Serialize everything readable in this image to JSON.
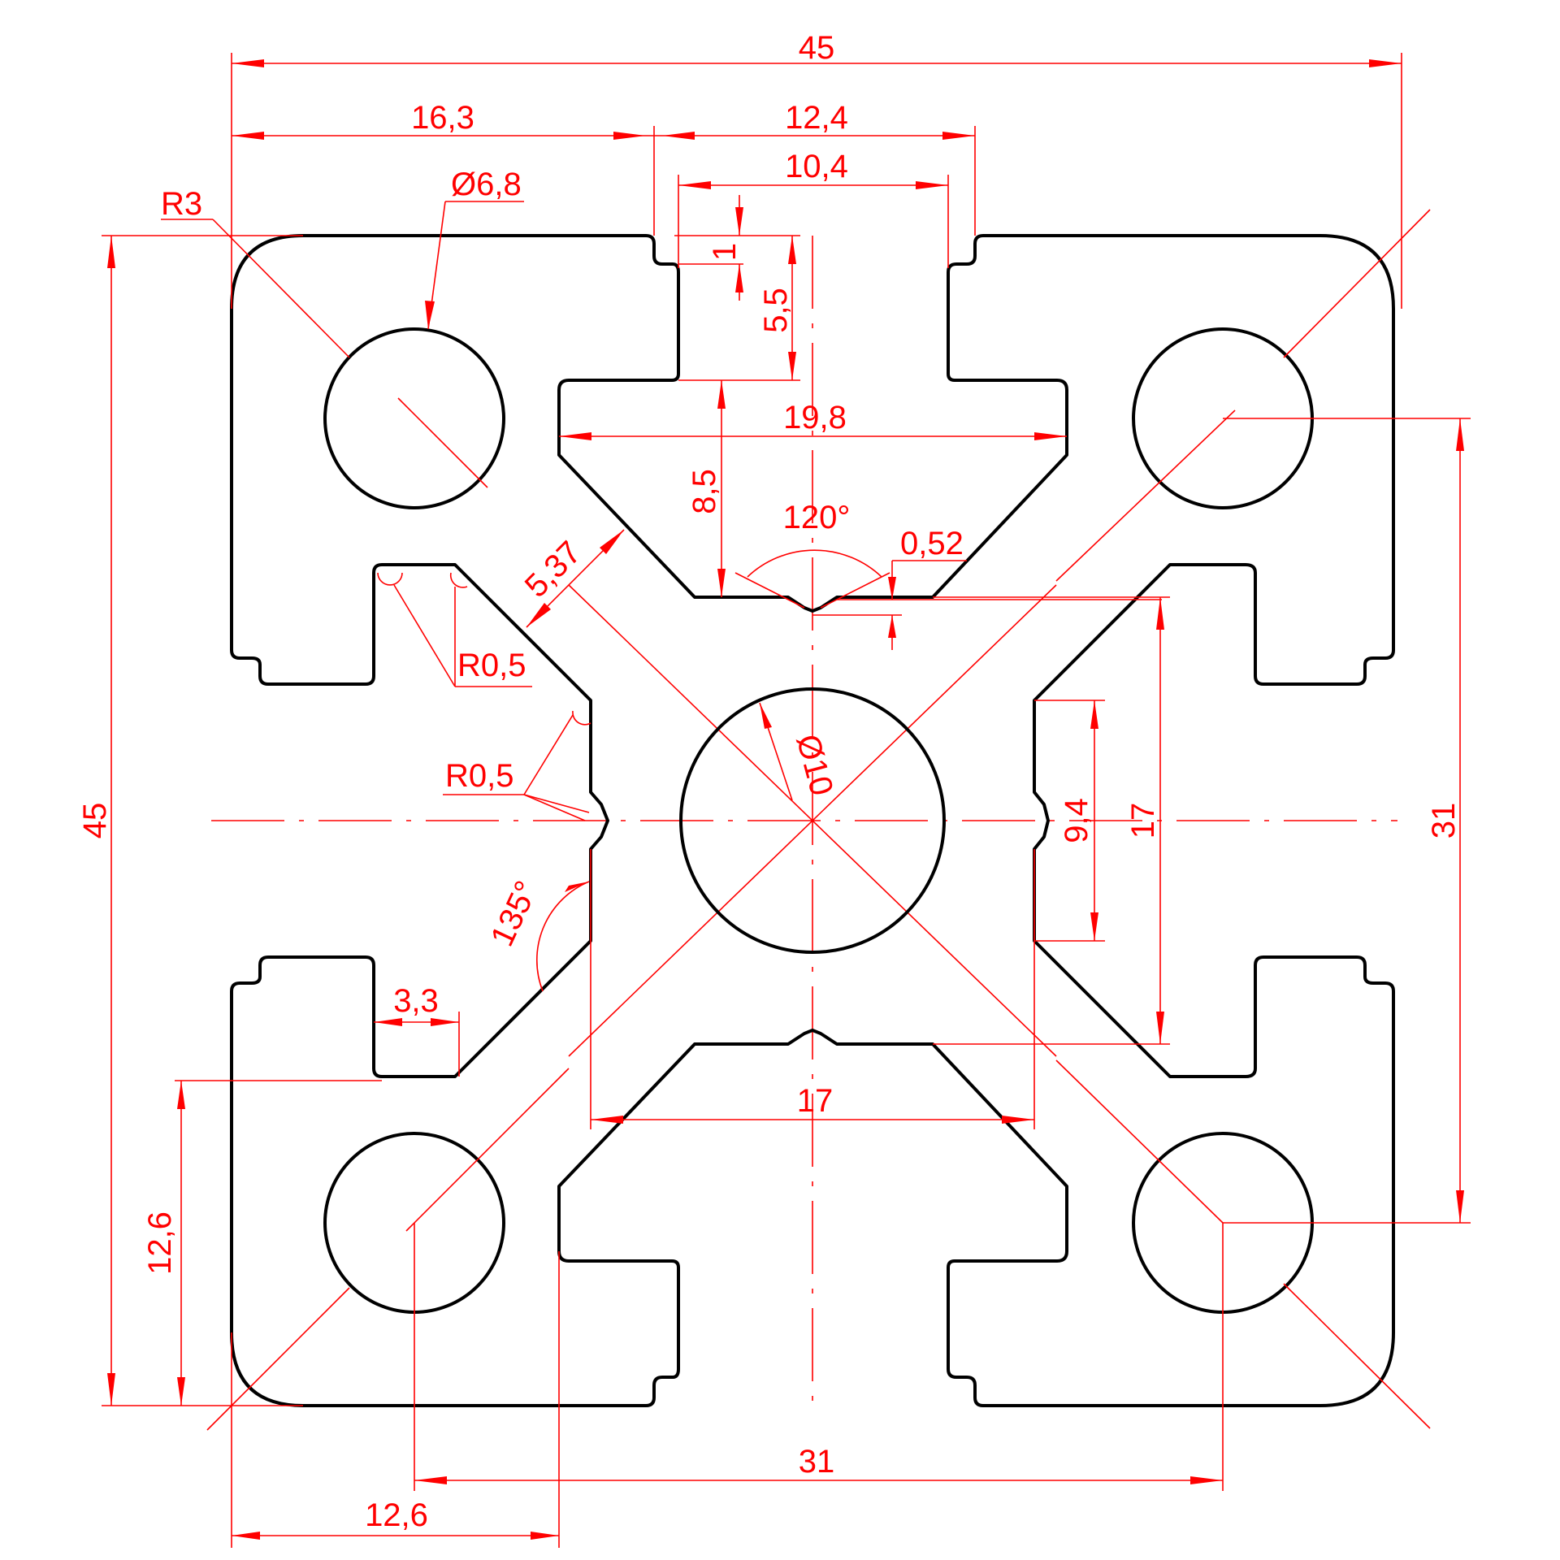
{
  "drawing": {
    "colors": {
      "profile": "#000000",
      "dimensions": "#ff0000"
    },
    "dimensions": {
      "overall_width": "45",
      "left_to_slot": "16,3",
      "slot_outer": "12,4",
      "slot_inner": "10,4",
      "slot_lip": "1",
      "slot_depth": "5,5",
      "slot_width": "19,8",
      "slot_cavity_depth": "8,5",
      "slot_angle": "120°",
      "notch_depth": "0,52",
      "web_thickness": "5,37",
      "corner_radius": "R3",
      "hole_diameter": "Ø6,8",
      "fillet_radius_top": "R0,5",
      "fillet_radius_mid": "R0,5",
      "center_bore": "Ø10",
      "web_angle": "135°",
      "foot_width": "3,3",
      "left_height": "12,6",
      "bottom_offset": "12,6",
      "overall_height": "45",
      "core_width": "17",
      "core_height": "17",
      "inner_notch": "9,4",
      "hole_pitch_x": "31",
      "hole_pitch_y": "31"
    }
  }
}
